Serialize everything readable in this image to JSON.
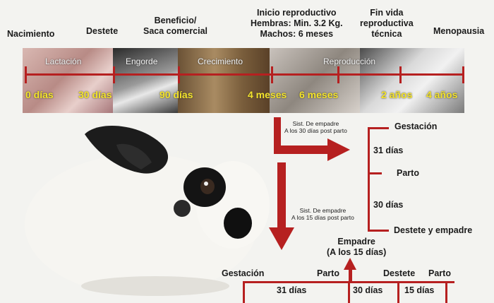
{
  "header": {
    "nacimiento": "Nacimiento",
    "destete": "Destete",
    "beneficio_1": "Beneficio/",
    "beneficio_2": "Saca comercial",
    "inicio_1": "Inicio reproductivo",
    "inicio_2": "Hembras: Min. 3.2 Kg.",
    "inicio_3": "Machos: 6 meses",
    "fin_1": "Fin vida",
    "fin_2": "reproductiva",
    "fin_3": "técnica",
    "menopausia": "Menopausia"
  },
  "phases": {
    "lactacion": "Lactación",
    "engorde": "Engorde",
    "crecimiento": "Crecimiento",
    "reproduccion": "Reproducción"
  },
  "times": {
    "t0": "0 días",
    "t30": "30 días",
    "t90": "90 días",
    "t4m": "4 meses",
    "t6m": "6 meses",
    "t2a": "2 años",
    "t4a": "4 años"
  },
  "system30": {
    "note_1": "Sist. De empadre",
    "note_2": "A los 30 días post parto",
    "gestacion": "Gestación",
    "dias31": "31 días",
    "parto": "Parto",
    "dias30": "30 días",
    "destete_empadre": "Destete y empadre"
  },
  "system15": {
    "note_1": "Sist. De empadre",
    "note_2": "A los 15 días post parto",
    "empadre_1": "Empadre",
    "empadre_2": "(A los 15 días)",
    "gestacion": "Gestación",
    "parto": "Parto",
    "destete": "Destete",
    "parto2": "Parto",
    "dias31": "31 días",
    "dias30": "30 días",
    "dias15": "15 días"
  },
  "colors": {
    "timeline_red": "#b62020",
    "label_yellow": "#f4e32a"
  }
}
